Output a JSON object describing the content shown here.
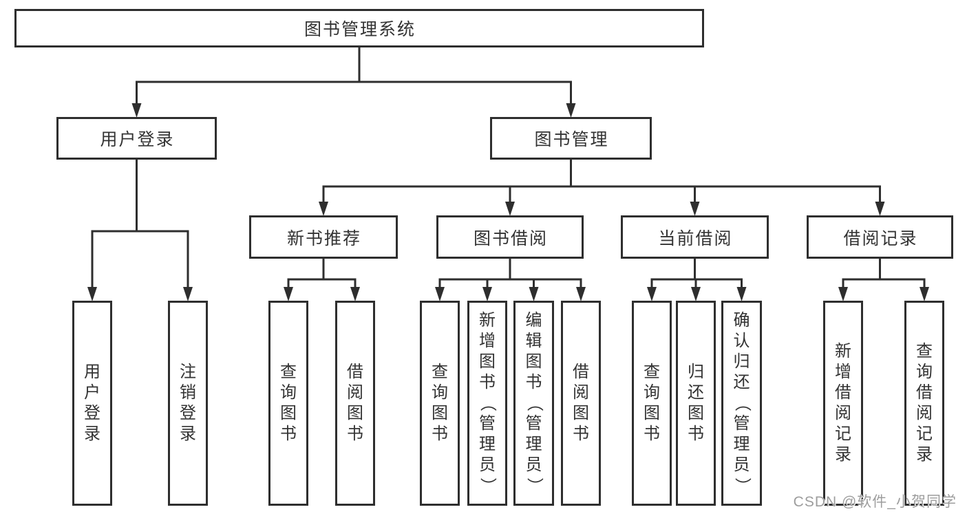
{
  "page": {
    "background": "#ffffff"
  },
  "colors": {
    "line": "#2e2e2e",
    "box_border": "#2e2e2e",
    "box_fill": "#ffffff",
    "text": "#333333",
    "watermark": "#9d9d9d"
  },
  "watermark": {
    "text": "CSDN @软件_小贺同学"
  },
  "diagram": {
    "type": "hierarchy-tree",
    "title": "图书管理系统",
    "nodes": [
      {
        "id": "root",
        "label": "图书管理系统",
        "level": 1
      },
      {
        "id": "user-login",
        "label": "用户登录",
        "level": 2,
        "parent": "root"
      },
      {
        "id": "book-mgmt",
        "label": "图书管理",
        "level": 2,
        "parent": "root"
      },
      {
        "id": "new-book-rec",
        "label": "新书推荐",
        "level": 3,
        "parent": "book-mgmt"
      },
      {
        "id": "book-borrow",
        "label": "图书借阅",
        "level": 3,
        "parent": "book-mgmt"
      },
      {
        "id": "current-borrow",
        "label": "当前借阅",
        "level": 3,
        "parent": "book-mgmt"
      },
      {
        "id": "borrow-records",
        "label": "借阅记录",
        "level": 3,
        "parent": "book-mgmt"
      },
      {
        "id": "leaf-user-login",
        "label": "用户登录",
        "parent": "user-login",
        "orientation": "vertical"
      },
      {
        "id": "leaf-logout",
        "label": "注销登录",
        "parent": "user-login",
        "orientation": "vertical"
      },
      {
        "id": "leaf-query-book-1",
        "label": "查询图书",
        "parent": "new-book-rec",
        "orientation": "vertical"
      },
      {
        "id": "leaf-borrow-book-1",
        "label": "借阅图书",
        "parent": "new-book-rec",
        "orientation": "vertical"
      },
      {
        "id": "leaf-query-book-2",
        "label": "查询图书",
        "parent": "book-borrow",
        "orientation": "vertical"
      },
      {
        "id": "leaf-add-book",
        "label": "新增图书（管理员）",
        "parent": "book-borrow",
        "orientation": "vertical"
      },
      {
        "id": "leaf-edit-book",
        "label": "编辑图书（管理员）",
        "parent": "book-borrow",
        "orientation": "vertical"
      },
      {
        "id": "leaf-borrow-book-2",
        "label": "借阅图书",
        "parent": "book-borrow",
        "orientation": "vertical"
      },
      {
        "id": "leaf-query-book-3",
        "label": "查询图书",
        "parent": "current-borrow",
        "orientation": "vertical"
      },
      {
        "id": "leaf-return-book",
        "label": "归还图书",
        "parent": "current-borrow",
        "orientation": "vertical"
      },
      {
        "id": "leaf-confirm-return",
        "label": "确认归还（管理员）",
        "parent": "current-borrow",
        "orientation": "vertical"
      },
      {
        "id": "leaf-add-record",
        "label": "新增借阅记录",
        "parent": "borrow-records",
        "orientation": "vertical"
      },
      {
        "id": "leaf-query-record",
        "label": "查询借阅记录",
        "parent": "borrow-records",
        "orientation": "vertical"
      }
    ]
  }
}
